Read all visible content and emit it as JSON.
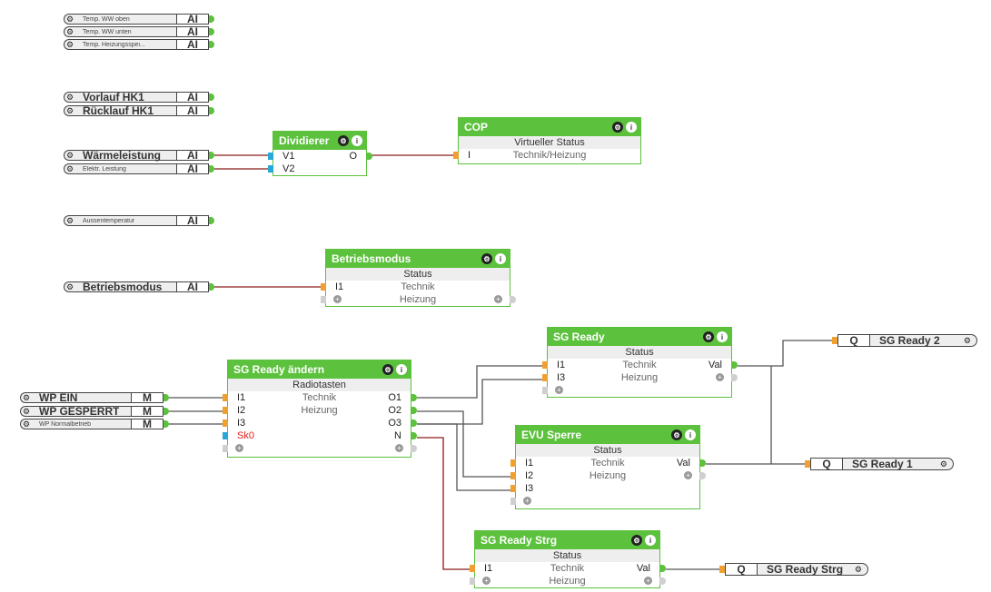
{
  "inputs": {
    "temp_ww_oben": {
      "label": "Temp. WW oben",
      "type": "AI"
    },
    "temp_ww_unten": {
      "label": "Temp. WW unten",
      "type": "AI"
    },
    "temp_heizungsspeicher": {
      "label": "Temp. Heizungsspei...",
      "type": "AI"
    },
    "vorlauf_hk1": {
      "label": "Vorlauf HK1",
      "type": "AI"
    },
    "ruecklauf_hk1": {
      "label": "Rücklauf HK1",
      "type": "AI"
    },
    "waermeleistung": {
      "label": "Wärmeleistung",
      "type": "AI"
    },
    "elektr_leistung": {
      "label": "Elektr. Leistung",
      "type": "AI"
    },
    "aussentemperatur": {
      "label": "Aussentemperatur",
      "type": "AI"
    },
    "betriebsmodus": {
      "label": "Betriebsmodus",
      "type": "AI"
    },
    "wp_ein": {
      "label": "WP EIN",
      "type": "M"
    },
    "wp_gesperrt": {
      "label": "WP GESPERRT",
      "type": "M"
    },
    "wp_normalbetrieb": {
      "label": "WP Normalbetrieb",
      "type": "M"
    }
  },
  "outputs": {
    "sg_ready_2": {
      "type": "Q",
      "label": "SG Ready 2"
    },
    "sg_ready_1": {
      "type": "Q",
      "label": "SG Ready 1"
    },
    "sg_ready_strg": {
      "type": "Q",
      "label": "SG Ready Strg"
    }
  },
  "blocks": {
    "dividierer": {
      "title": "Dividierer",
      "inputs": [
        "V1",
        "V2"
      ],
      "outputs": [
        "O"
      ]
    },
    "cop": {
      "title": "COP",
      "subtitle": "Virtueller Status",
      "input": "I",
      "room": "Technik/Heizung"
    },
    "betriebsmodus": {
      "title": "Betriebsmodus",
      "subtitle": "Status",
      "input": "I1",
      "room": "Technik",
      "category": "Heizung"
    },
    "sg_ready_aendern": {
      "title": "SG Ready ändern",
      "subtitle": "Radiotasten",
      "inputs": [
        "I1",
        "I2",
        "I3",
        "Sk0"
      ],
      "outputs": [
        "O1",
        "O2",
        "O3",
        "N"
      ],
      "room": "Technik",
      "category": "Heizung"
    },
    "sg_ready": {
      "title": "SG Ready",
      "subtitle": "Status",
      "inputs": [
        "I1",
        "I3"
      ],
      "output": "Val",
      "room": "Technik",
      "category": "Heizung"
    },
    "evu_sperre": {
      "title": "EVU Sperre",
      "subtitle": "Status",
      "inputs": [
        "I1",
        "I2",
        "I3"
      ],
      "output": "Val",
      "room": "Technik",
      "category": "Heizung"
    },
    "sg_ready_strg": {
      "title": "SG Ready Strg",
      "subtitle": "Status",
      "input": "I1",
      "output": "Val",
      "room": "Technik",
      "category": "Heizung"
    }
  },
  "icons": {
    "gear": "⚙",
    "info": "i",
    "add": "+"
  }
}
